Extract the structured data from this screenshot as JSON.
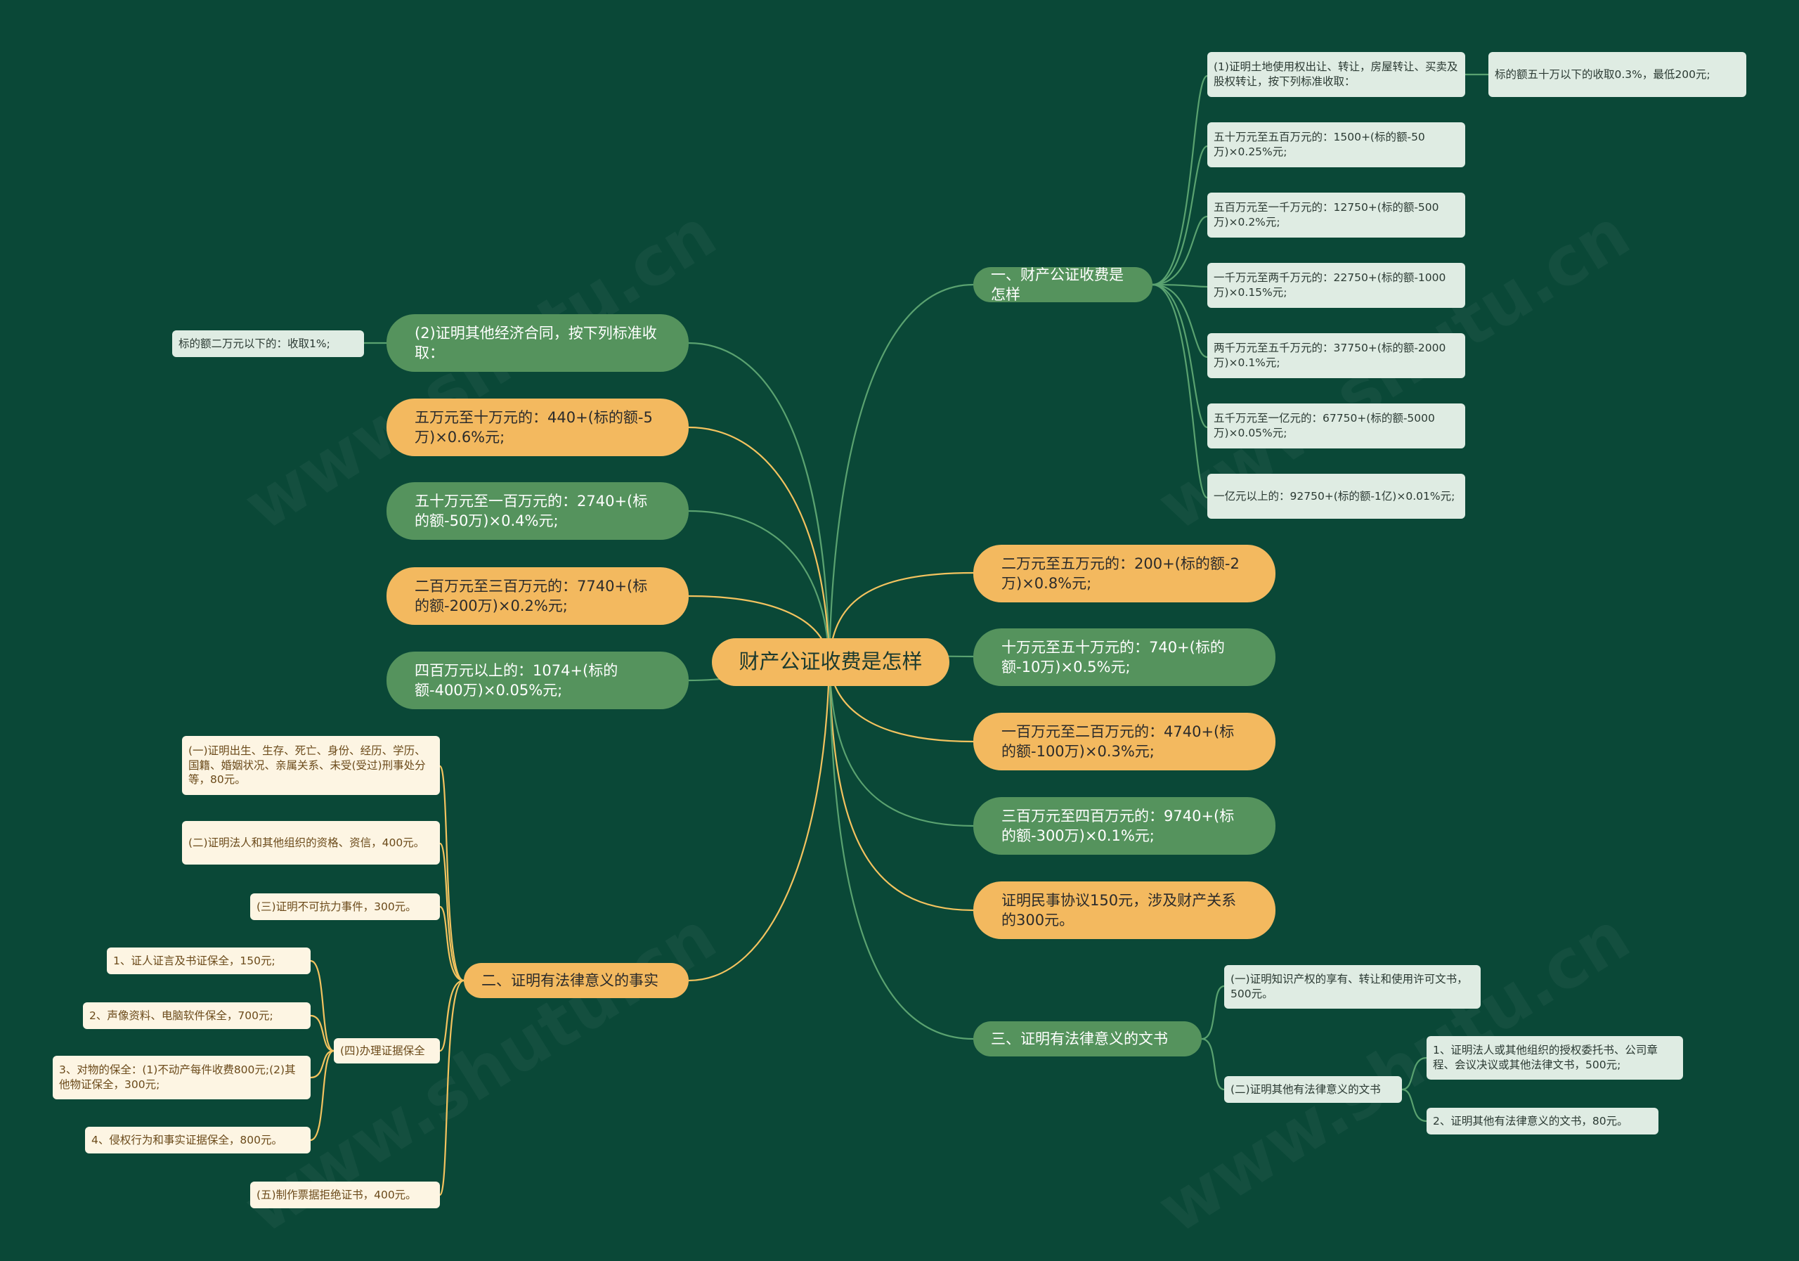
{
  "root": {
    "label": "财产公证收费是怎样"
  },
  "right": {
    "branch1": {
      "label": "一、财产公证收费是怎样",
      "items": [
        "(1)证明土地使用权出让、转让，房屋转让、买卖及股权转让，按下列标准收取：",
        "五十万元至五百万元的：1500+(标的额-50万)×0.25%元;",
        "五百万元至一千万元的：12750+(标的额-500万)×0.2%元;",
        "一千万元至两千万元的：22750+(标的额-1000万)×0.15%元;",
        "两千万元至五千万元的：37750+(标的额-2000万)×0.1%元;",
        "五千万元至一亿元的：67750+(标的额-5000万)×0.05%元;",
        "一亿元以上的：92750+(标的额-1亿)×0.01%元;"
      ],
      "sub_detail": "标的额五十万以下的收取0.3%，最低200元;"
    },
    "middle": [
      "二万元至五万元的：200+(标的额-2万)×0.8%元;",
      "十万元至五十万元的：740+(标的额-10万)×0.5%元;",
      "一百万元至二百万元的：4740+(标的额-100万)×0.3%元;",
      "三百万元至四百万元的：9740+(标的额-300万)×0.1%元;",
      "证明民事协议150元，涉及财产关系的300元。"
    ],
    "branch3": {
      "label": "三、证明有法律意义的文书",
      "item1": "(一)证明知识产权的享有、转让和使用许可文书，500元。",
      "item2": "(二)证明其他有法律意义的文书",
      "sub": [
        "1、证明法人或其他组织的授权委托书、公司章程、会议决议或其他法律文书，500元;",
        "2、证明其他有法律意义的文书，80元。"
      ]
    }
  },
  "left": {
    "nodes": [
      "(2)证明其他经济合同，按下列标准收取：",
      "五万元至十万元的：440+(标的额-5万)×0.6%元;",
      "五十万元至一百万元的：2740+(标的额-50万)×0.4%元;",
      "二百万元至三百万元的：7740+(标的额-200万)×0.2%元;",
      "四百万元以上的：1074+(标的额-400万)×0.05%元;"
    ],
    "left_detail": "标的额二万元以下的：收取1%;",
    "branch2": {
      "label": "二、证明有法律意义的事实",
      "items": [
        "(一)证明出生、生存、死亡、身份、经历、学历、国籍、婚姻状况、亲属关系、未受(受过)刑事处分等，80元。",
        "(二)证明法人和其他组织的资格、资信，400元。",
        "(三)证明不可抗力事件，300元。",
        "(四)办理证据保全",
        "(五)制作票据拒绝证书，400元。"
      ],
      "evidence": [
        "1、证人证言及书证保全，150元;",
        "2、声像资料、电脑软件保全，700元;",
        "3、对物的保全：(1)不动产每件收费800元;(2)其他物证保全，300元;",
        "4、侵权行为和事实证据保全，800元。"
      ]
    }
  },
  "colors": {
    "background": "#0a4837",
    "green_link": "#5aa270",
    "orange_link": "#f3c35f",
    "green_node": "#55935d",
    "orange_node": "#f3b95f"
  }
}
